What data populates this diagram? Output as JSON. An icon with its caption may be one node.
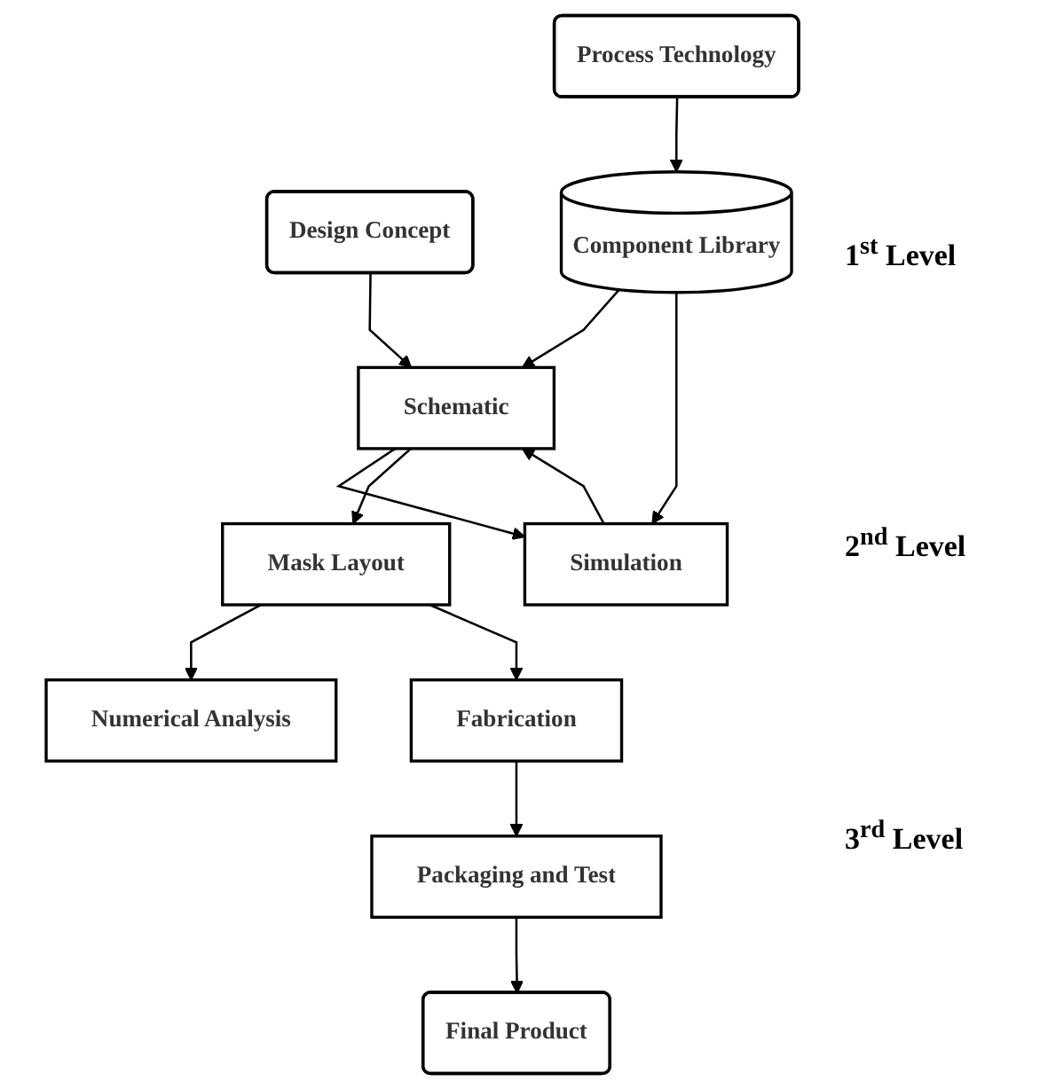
{
  "diagram": {
    "nodes": [
      {
        "text": [
          "Design Concept"
        ]
      },
      {
        "text": [
          "Process Technology"
        ]
      },
      {
        "text": [
          "Schematic"
        ]
      },
      {
        "text": [
          "Component Library"
        ]
      },
      {
        "text": [
          "Simulation"
        ]
      },
      {
        "text": [
          "Mask Layout"
        ]
      },
      {
        "text": [
          "Numerical Analysis"
        ]
      },
      {
        "text": [
          "Fabrication"
        ]
      },
      {
        "text": [
          "Packaging and Test"
        ]
      },
      {
        "text": [
          "Final Product"
        ]
      }
    ],
    "edges": [
      {
        "from": 0,
        "to": 2,
        "arrow": "to"
      },
      {
        "from": 1,
        "to": 3,
        "arrow": "to"
      },
      {
        "from": 2,
        "to": 4,
        "arrow": "to"
      },
      {
        "from": 4,
        "to": 2,
        "arrow": "to"
      },
      {
        "from": 3,
        "to": 2,
        "arrow": "to"
      },
      {
        "from": 3,
        "to": 4,
        "arrow": "to"
      },
      {
        "from": 2,
        "to": 5,
        "arrow": "to"
      },
      {
        "from": 5,
        "to": 6,
        "arrow": "to"
      },
      {
        "from": 5,
        "to": 7,
        "arrow": "to"
      },
      {
        "from": 7,
        "to": 8,
        "arrow": "to"
      },
      {
        "from": 8,
        "to": 9,
        "arrow": "to"
      }
    ],
    "labels": [
      "1$^{st}$ Level",
      "2$^{nd}$ Level",
      "3$^{rd}$ Level"
    ]
  }
}
